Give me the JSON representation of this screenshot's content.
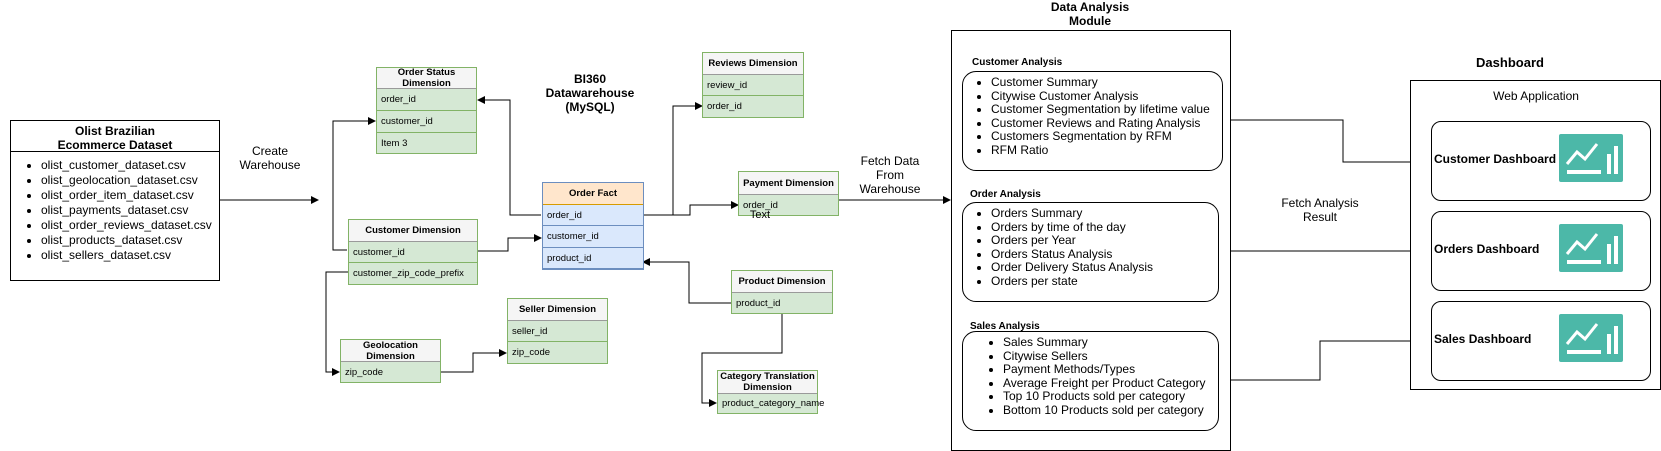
{
  "source": {
    "title": "Olist Brazilian\nEcommerce Dataset",
    "files": [
      "olist_customer_dataset.csv",
      "olist_geolocation_dataset.csv",
      "olist_order_item_dataset.csv",
      "olist_payments_dataset.csv",
      "olist_order_reviews_dataset.csv",
      "olist_products_dataset.csv",
      "olist_sellers_dataset.csv"
    ]
  },
  "labels": {
    "create_warehouse": "Create\nWarehouse",
    "warehouse_title": "BI360\nDatawarehouse\n(MySQL)",
    "fetch_data": "Fetch Data\nFrom\nWarehouse",
    "stray_text": "Text",
    "module_title": "Data Analysis\nModule",
    "fetch_analysis": "Fetch Analysis\nResult",
    "dashboard_title": "Dashboard",
    "web_app": "Web Application"
  },
  "tables": {
    "order_status": {
      "title": "Order Status Dimension",
      "fields": [
        "order_id",
        "customer_id",
        "Item 3"
      ]
    },
    "reviews": {
      "title": "Reviews Dimension",
      "fields": [
        "review_id",
        "order_id"
      ]
    },
    "order_fact": {
      "title": "Order Fact",
      "fields": [
        "order_id",
        "customer_id",
        "product_id"
      ]
    },
    "payment": {
      "title": "Payment Dimension",
      "fields": [
        "order_id"
      ]
    },
    "customer": {
      "title": "Customer Dimension",
      "fields": [
        "customer_id",
        "customer_zip_code_prefix"
      ]
    },
    "product": {
      "title": "Product Dimension",
      "fields": [
        "product_id"
      ]
    },
    "seller": {
      "title": "Seller Dimension",
      "fields": [
        "seller_id",
        "zip_code"
      ]
    },
    "geolocation": {
      "title": "Geolocation Dimension",
      "fields": [
        "zip_code"
      ]
    },
    "category": {
      "title": "Category Translation\nDimension",
      "fields": [
        "product_category_name"
      ]
    }
  },
  "analysis": {
    "customer": {
      "title": "Customer Analysis",
      "items": [
        "Customer Summary",
        "Citywise Customer Analysis",
        "Customer Segmentation by lifetime value",
        "Customer Reviews and Rating Analysis",
        "Customers Segmentation by RFM",
        "RFM Ratio"
      ]
    },
    "orders": {
      "title": "Order Analysis",
      "items": [
        "Orders Summary",
        "Orders by time of the day",
        "Orders per Year",
        "Orders Status Analysis",
        "Order Delivery Status Analysis",
        "Orders per state"
      ]
    },
    "sales": {
      "title": "Sales Analysis",
      "items": [
        "Sales Summary",
        "Citywise Sellers",
        "Payment Methods/Types",
        "Average Freight per Product Category",
        "Top 10 Products sold per category",
        "Bottom 10 Products sold per category"
      ]
    }
  },
  "dashboards": {
    "customer": {
      "name": "Customer Dashboard",
      "icon": "analytics-chart-icon"
    },
    "orders": {
      "name": "Orders Dashboard",
      "icon": "analytics-chart-icon"
    },
    "sales": {
      "name": "Sales Dashboard",
      "icon": "analytics-chart-icon"
    }
  },
  "colors": {
    "dimension_fill": "#d5e8d4",
    "dimension_stroke": "#82b366",
    "fact_header": "#ffe6cc",
    "fact_fill": "#dae8fc",
    "dashboard_icon": "#4cb8a8"
  }
}
